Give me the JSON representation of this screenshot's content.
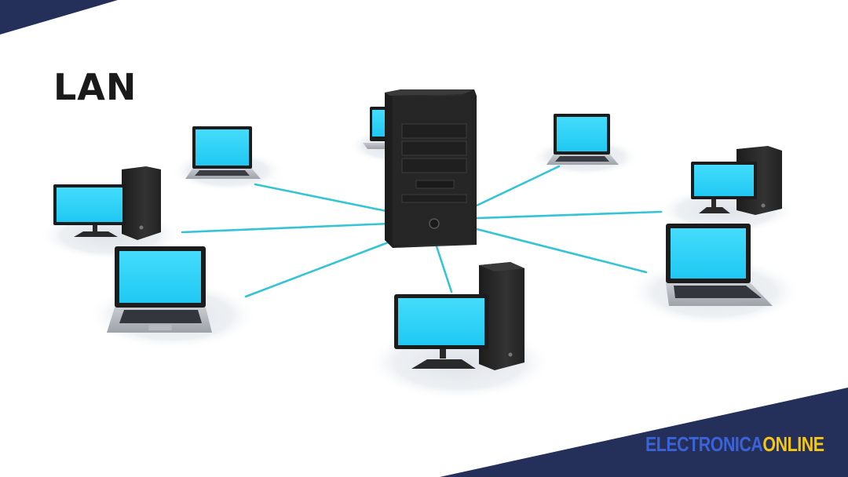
{
  "title": "LAN",
  "brand": {
    "part1": "ELECTRONICA",
    "part2": "ONLINE"
  },
  "colors": {
    "screen": "#29d5fb",
    "cable": "#35c4d6",
    "tower": "#2b2b2b",
    "band": "#24305a",
    "brand_blue": "#3b63d9",
    "brand_yellow": "#f5c614"
  },
  "nodes": [
    {
      "name": "server"
    },
    {
      "name": "laptop-top-center"
    },
    {
      "name": "laptop-upper-left"
    },
    {
      "name": "desktop-left"
    },
    {
      "name": "laptop-lower-left"
    },
    {
      "name": "desktop-bottom-center"
    },
    {
      "name": "laptop-upper-right"
    },
    {
      "name": "desktop-right"
    },
    {
      "name": "laptop-lower-right"
    }
  ]
}
